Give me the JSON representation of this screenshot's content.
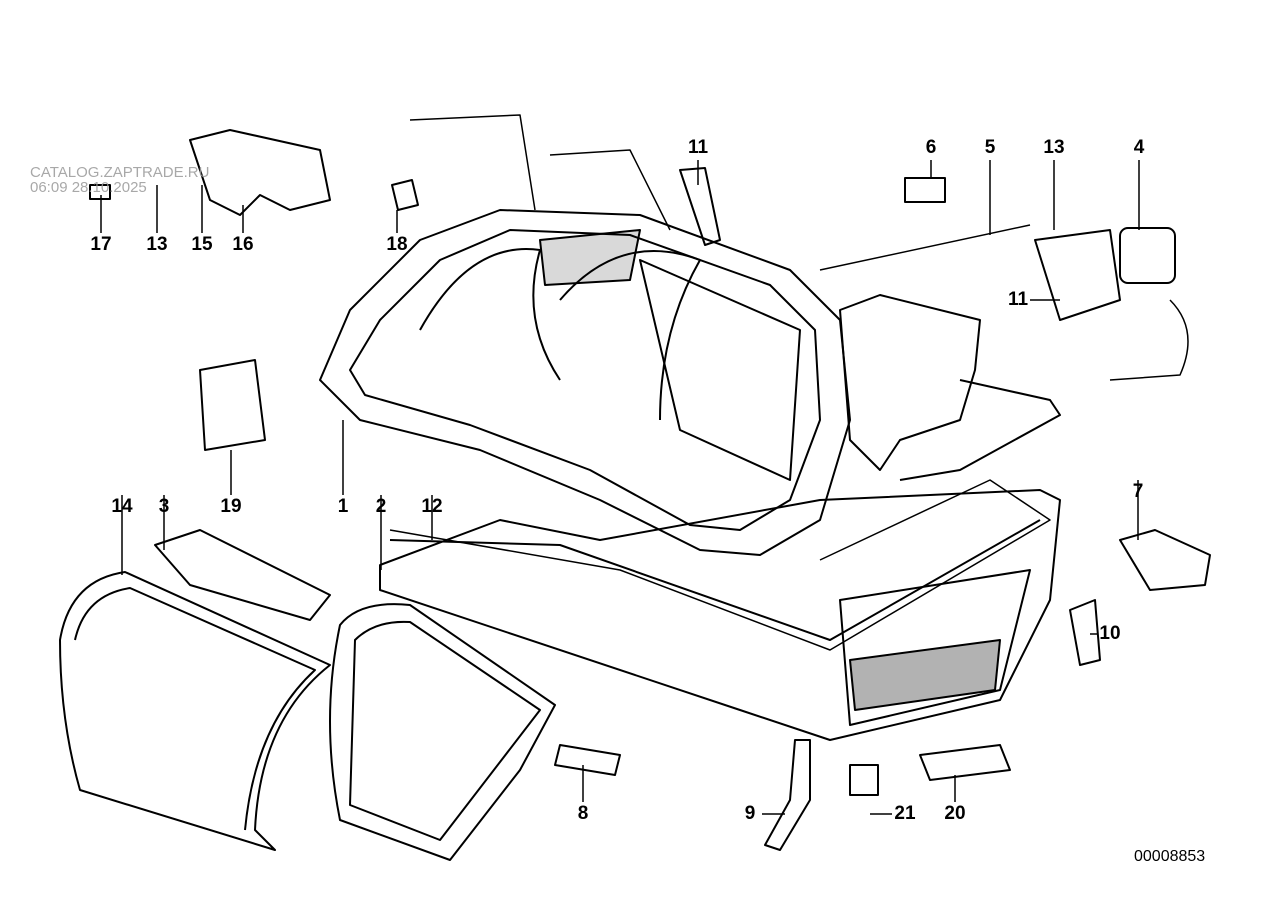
{
  "watermark": {
    "line1": "CATALOG.ZAPTRADE.RU",
    "line2": "06:09 28.10.2025"
  },
  "diagram_code": "00008853",
  "callouts": [
    {
      "id": "c17",
      "label": "17"
    },
    {
      "id": "c13a",
      "label": "13"
    },
    {
      "id": "c15",
      "label": "15"
    },
    {
      "id": "c16",
      "label": "16"
    },
    {
      "id": "c18",
      "label": "18"
    },
    {
      "id": "c11a",
      "label": "11"
    },
    {
      "id": "c6",
      "label": "6"
    },
    {
      "id": "c5",
      "label": "5"
    },
    {
      "id": "c13b",
      "label": "13"
    },
    {
      "id": "c4",
      "label": "4"
    },
    {
      "id": "c11b",
      "label": "11"
    },
    {
      "id": "c19",
      "label": "19"
    },
    {
      "id": "c14",
      "label": "14"
    },
    {
      "id": "c3",
      "label": "3"
    },
    {
      "id": "c1",
      "label": "1"
    },
    {
      "id": "c2",
      "label": "2"
    },
    {
      "id": "c12",
      "label": "12"
    },
    {
      "id": "c7",
      "label": "7"
    },
    {
      "id": "c10",
      "label": "10"
    },
    {
      "id": "c8",
      "label": "8"
    },
    {
      "id": "c9",
      "label": "9"
    },
    {
      "id": "c21",
      "label": "21"
    },
    {
      "id": "c20",
      "label": "20"
    }
  ]
}
